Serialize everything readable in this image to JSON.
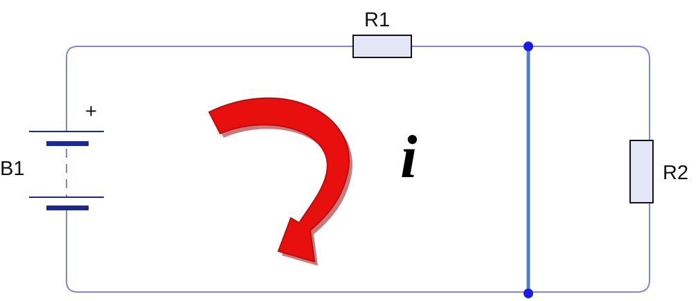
{
  "components": {
    "r1_label": "R1",
    "r2_label": "R2",
    "b1_label": "B1",
    "b1_plus": "+"
  },
  "current_label": "i",
  "colors": {
    "wire": "#7f86e0",
    "shunt": "#4f7fc7",
    "resistor_fill": "#e4e6f8",
    "battery_plate": "#1a2a8c",
    "node": "#1b1be6",
    "arrow": "#e8100f",
    "arrow_dark": "#b80d0d"
  }
}
